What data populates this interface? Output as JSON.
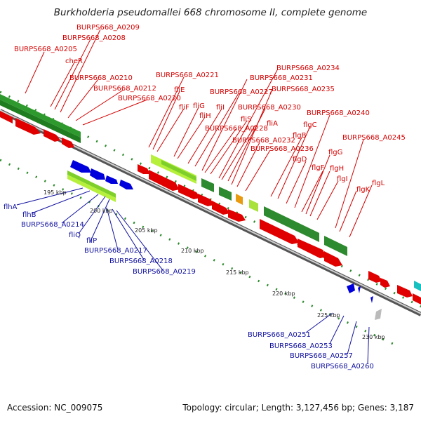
{
  "header": {
    "title": "Burkholderia pseudomallei 668 chromosome II, complete genome"
  },
  "footer": {
    "accession": "Accession: NC_009075",
    "summary": "Topology: circular; Length: 3,127,456 bp; Genes: 3,187"
  },
  "ticks": [
    "195 kbp",
    "200 kbp",
    "205 kbp",
    "210 kbp",
    "215 kbp",
    "220 kbp",
    "225 kbp",
    "230 kbp"
  ],
  "top_labels": [
    "BURPS668_A0209",
    "BURPS668_A0208",
    "BURPS668_A0205",
    "cheR",
    "BURPS668_A0210",
    "BURPS668_A0212",
    "BURPS668_A0220",
    "BURPS668_A0221",
    "fliE",
    "fliF",
    "fliG",
    "fliH",
    "fliI",
    "BURPS668_A0227",
    "BURPS668_A0231",
    "BURPS668_A0234",
    "BURPS668_A0235",
    "BURPS668_A0230",
    "fliS",
    "fliA",
    "BURPS668_A0228",
    "BURPS668_A0232",
    "BURPS668_A0236",
    "flgC",
    "flgB",
    "flgD",
    "BURPS668_A0240",
    "BURPS668_A0245",
    "flgG",
    "flgF",
    "flgH",
    "flgI",
    "flgK",
    "flgL"
  ],
  "bottom_labels": [
    "flhA",
    "flhB",
    "BURPS668_A0214",
    "fliQ",
    "fliP",
    "BURPS668_A0217",
    "BURPS668_A0218",
    "BURPS668_A0219",
    "BURPS668_A0251",
    "BURPS668_A0253",
    "BURPS668_A0257",
    "BURPS668_A0260"
  ],
  "colors": {
    "forward_cds": "#ee0000",
    "reverse_cds": "#0000dd",
    "forward_feature": "#2a8f2a",
    "reverse_feature": "#8fd01a",
    "backbone": "#8a8a8a",
    "tick": "#1a7a1a"
  }
}
